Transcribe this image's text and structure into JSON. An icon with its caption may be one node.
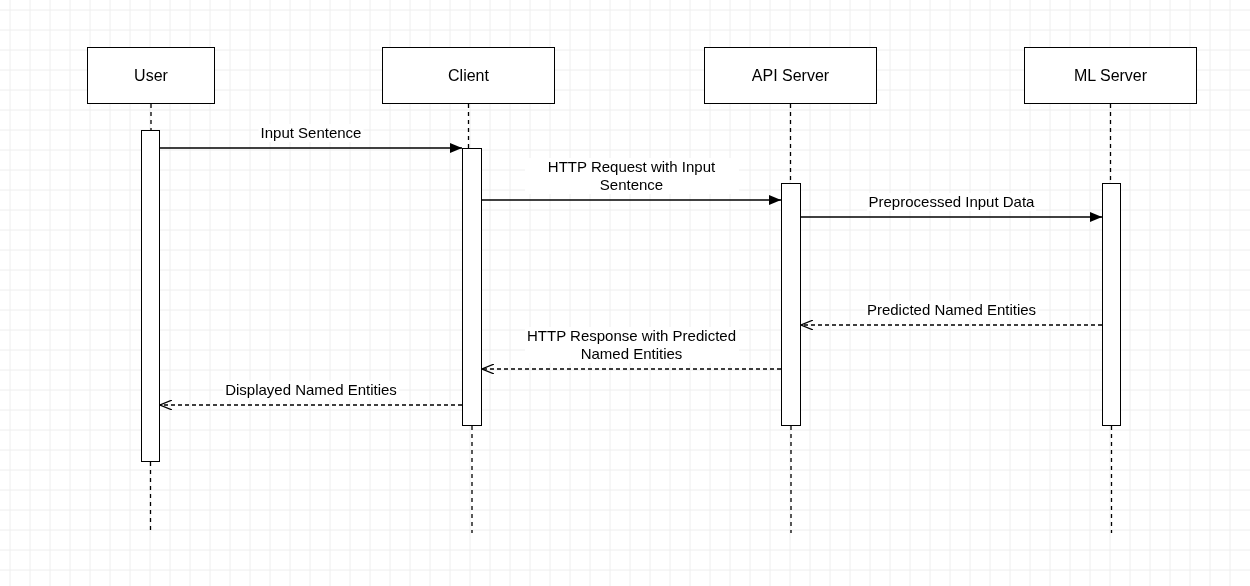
{
  "diagram": {
    "nodes": [
      {
        "text": [
          "User"
        ]
      },
      {
        "text": [
          "Client"
        ]
      },
      {
        "text": [
          "API Server"
        ]
      },
      {
        "text": [
          "ML Server"
        ]
      },
      {
        "text": [],
        "shape": "bar"
      },
      {
        "text": [],
        "shape": "bar"
      },
      {
        "text": [],
        "shape": "bar"
      },
      {
        "text": [],
        "shape": "bar"
      }
    ],
    "edges": [
      {
        "from": 0,
        "to": 4,
        "arrow": "none",
        "style": "dashed"
      },
      {
        "from": 1,
        "to": 5,
        "arrow": "none",
        "style": "dashed"
      },
      {
        "from": 2,
        "to": 6,
        "arrow": "none",
        "style": "dashed"
      },
      {
        "from": 3,
        "to": 7,
        "arrow": "none",
        "style": "dashed"
      },
      {
        "from": 4,
        "to": null,
        "arrow": "none",
        "style": "dashed"
      },
      {
        "from": 5,
        "to": null,
        "arrow": "none",
        "style": "dashed"
      },
      {
        "from": 6,
        "to": null,
        "arrow": "none",
        "style": "dashed"
      },
      {
        "from": 7,
        "to": null,
        "arrow": "none",
        "style": "dashed"
      },
      {
        "from": 4,
        "to": 5,
        "arrow": "to",
        "label": "Input Sentence"
      },
      {
        "from": 5,
        "to": 6,
        "arrow": "to",
        "label": "HTTP Request with Input Sentence"
      },
      {
        "from": 6,
        "to": 7,
        "arrow": "to",
        "label": "Preprocessed Input Data"
      },
      {
        "from": 7,
        "to": 6,
        "arrow": "to",
        "label": "Predicted Named Entities",
        "style": "dashed"
      },
      {
        "from": 6,
        "to": 5,
        "arrow": "to",
        "label": "HTTP Response with Predicted Named Entities",
        "style": "dashed"
      },
      {
        "from": 5,
        "to": 4,
        "arrow": "to",
        "label": "Displayed Named Entities",
        "style": "dashed"
      }
    ]
  }
}
